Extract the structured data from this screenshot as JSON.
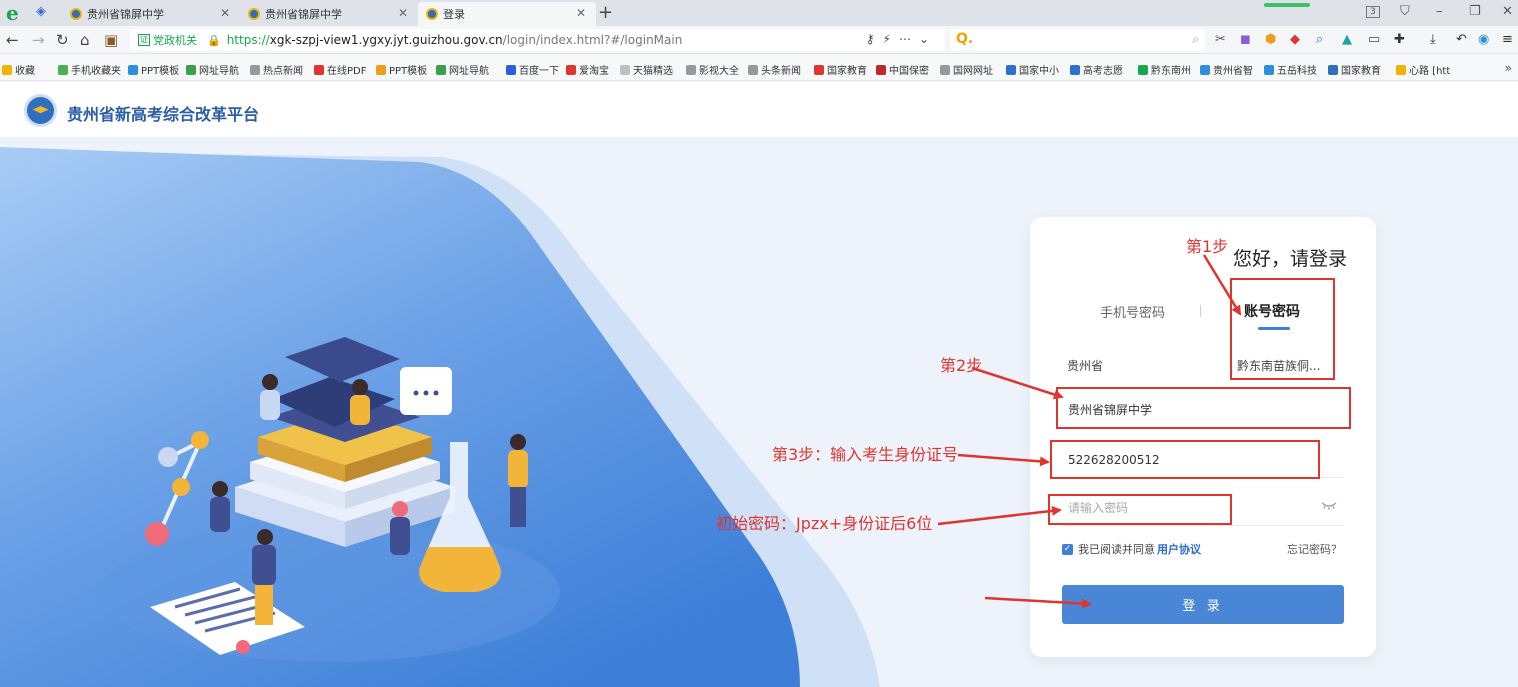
{
  "browser": {
    "tabs": [
      {
        "label": "贵州省锦屏中学"
      },
      {
        "label": "贵州省锦屏中学"
      },
      {
        "label": "登录"
      }
    ],
    "tab_count": "3",
    "address": {
      "badge": "党政机关",
      "scheme": "https://",
      "host": "xgk-szpj-view1.ygxy.jyt.guizhou.gov.cn",
      "path": "/login/index.html?#/loginMain"
    },
    "search_placeholder": "Q.",
    "bookmarks": [
      {
        "label": "收藏",
        "color": "#f0b400"
      },
      {
        "label": "手机收藏夹",
        "color": "#4caf50"
      },
      {
        "label": "PPT模板",
        "color": "#2f8de0"
      },
      {
        "label": "网址导航",
        "color": "#3aa04a"
      },
      {
        "label": "热点新闻",
        "color": "#999999"
      },
      {
        "label": "在线PDF",
        "color": "#e0342f"
      },
      {
        "label": "PPT模板",
        "color": "#f29c1f"
      },
      {
        "label": "网址导航",
        "color": "#3aa04a"
      },
      {
        "label": "百度一下",
        "color": "#2f5fe0"
      },
      {
        "label": "爱淘宝",
        "color": "#e0342f"
      },
      {
        "label": "天猫精选",
        "color": "#c0c0c0"
      },
      {
        "label": "影视大全",
        "color": "#999999"
      },
      {
        "label": "头条新闻",
        "color": "#999999"
      },
      {
        "label": "国家教育",
        "color": "#e0342f"
      },
      {
        "label": "中国保密",
        "color": "#c0282a"
      },
      {
        "label": "国网网址",
        "color": "#999999"
      },
      {
        "label": "国家中小",
        "color": "#2f6fd0"
      },
      {
        "label": "高考志愿",
        "color": "#2f6fd0"
      },
      {
        "label": "黔东南州",
        "color": "#18a84a"
      },
      {
        "label": "贵州省智",
        "color": "#2f8de0"
      },
      {
        "label": "五岳科技",
        "color": "#2f8de0"
      },
      {
        "label": "国家教育",
        "color": "#2f6fbd"
      },
      {
        "label": "心路 [htt",
        "color": "#f0b400"
      }
    ]
  },
  "site": {
    "title": "贵州省新高考综合改革平台"
  },
  "login": {
    "title": "您好，请登录",
    "tab_phone": "手机号密码",
    "tab_account": "账号密码",
    "province": "贵州省",
    "city": "黔东南苗族侗...",
    "school": "贵州省锦屏中学",
    "id_value": "522628200512",
    "password_placeholder": "请输入密码",
    "agree_text": "我已阅读并同意",
    "agree_link": "用户协议",
    "forgot": "忘记密码？",
    "submit": "登 录"
  },
  "annotations": {
    "step1": "第1步",
    "step2": "第2步",
    "step3": "第3步：输入考生身份证号",
    "step4": "初始密码：Jpzx+身份证后6位",
    "color": "#e0342f"
  },
  "colors": {
    "accent": "#4a86d6",
    "brand": "#2a5fa8"
  }
}
